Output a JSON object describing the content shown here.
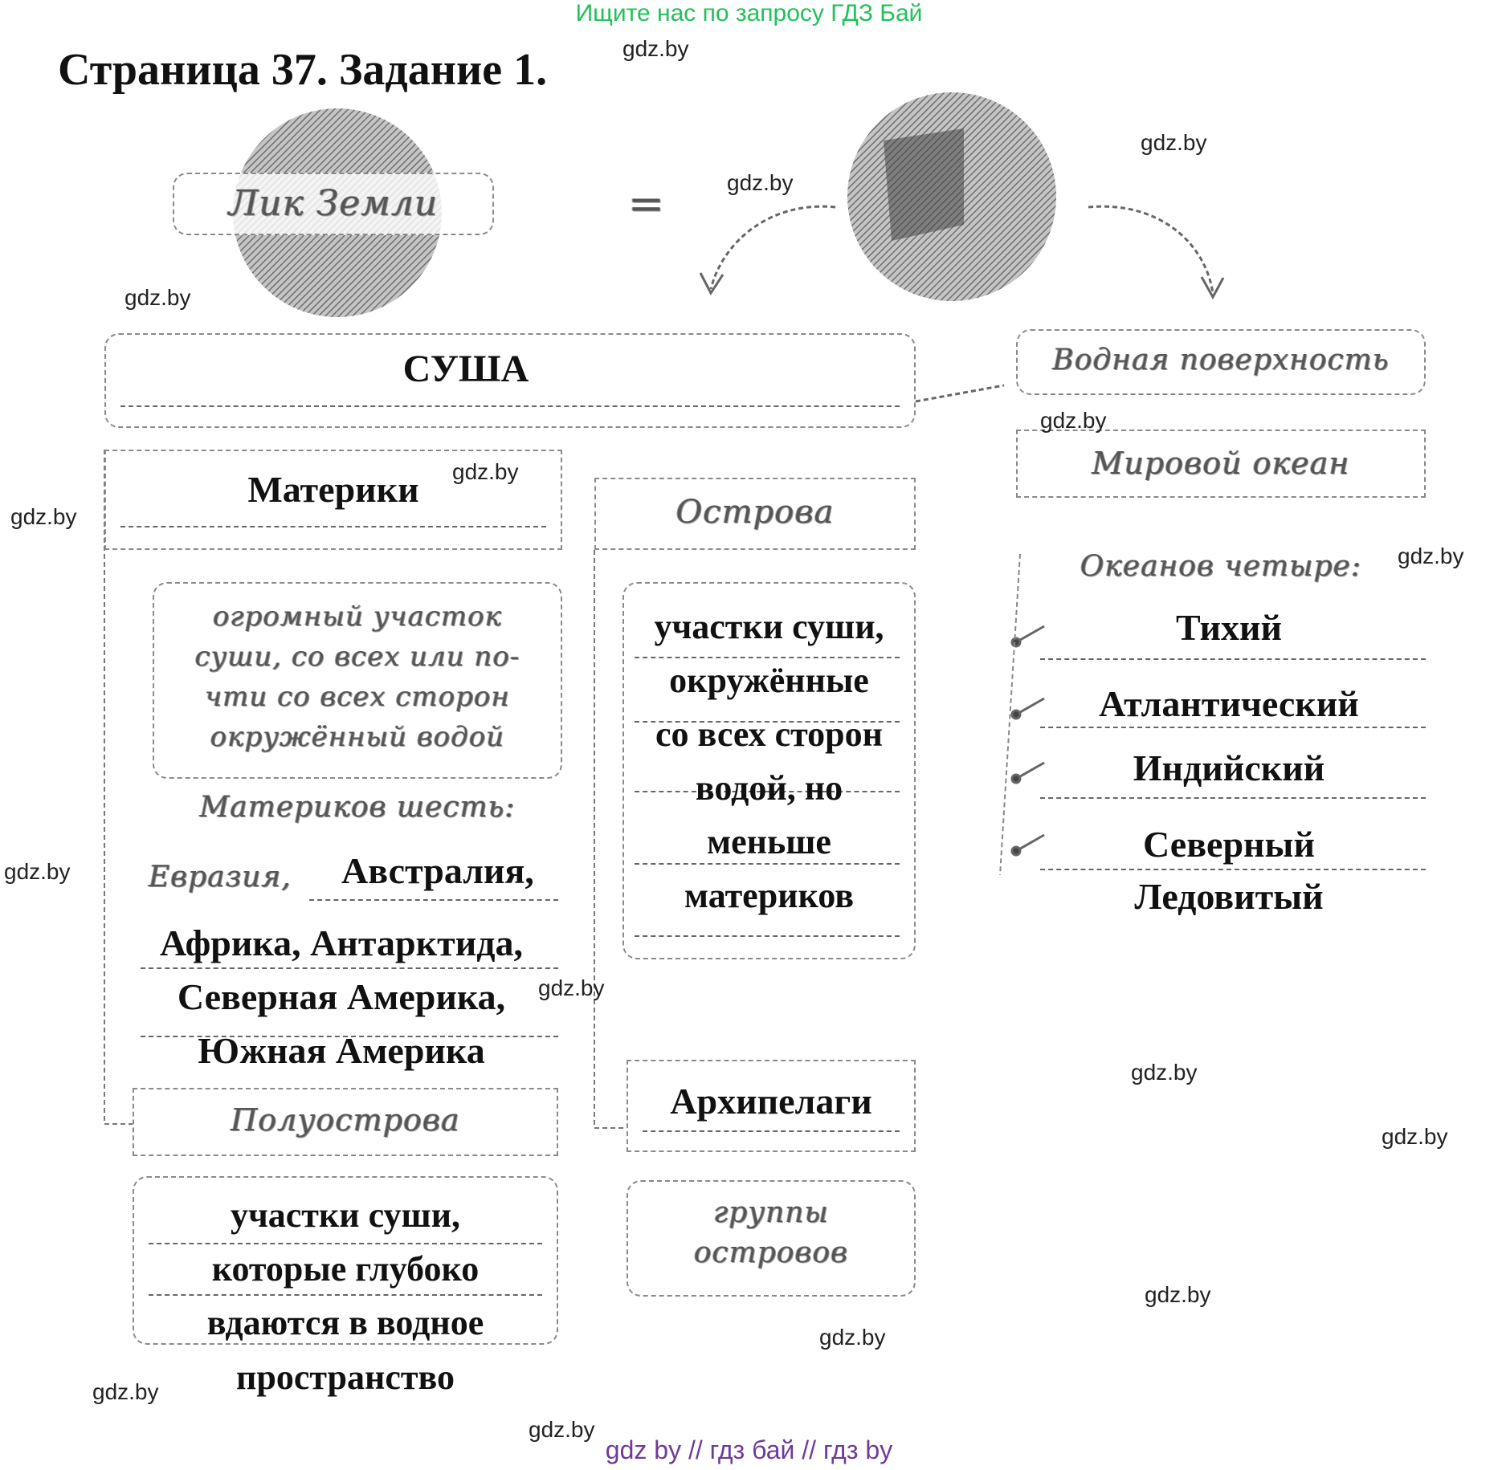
{
  "banner": "Ищите нас по запросу ГДЗ Бай",
  "title": "Страница 37. Задание 1.",
  "watermark": "gdz.by",
  "footer": "gdz by  //  гдз бай  //  гдз by",
  "earth_label": "Лик Земли",
  "equals": "=",
  "land": {
    "heading": "СУША",
    "continents": {
      "heading": "Материки",
      "definition": [
        "огромный участок",
        "суши, со всех или по-",
        "чти со всех сторон",
        "окружённый водой"
      ],
      "count_label": "Материков шесть:",
      "first_item": "Евразия,",
      "list_lines": [
        "Австралия,",
        "Африка, Антарктида,",
        "Северная Америка,",
        "Южная Америка"
      ]
    },
    "peninsulas": {
      "heading": "Полуострова",
      "definition_lines": [
        "участки суши,",
        "которые глубоко",
        "вдаются в водное",
        "пространство"
      ]
    },
    "islands": {
      "heading": "Острова",
      "definition_lines": [
        "участки суши,",
        "окружённые",
        "со всех сторон",
        "водой, но",
        "меньше",
        "материков"
      ]
    },
    "archipelagos": {
      "heading": "Архипелаги",
      "definition": [
        "группы",
        "островов"
      ]
    }
  },
  "water": {
    "heading": "Водная поверхность",
    "ocean": "Мировой океан",
    "count_label": "Океанов четыре:",
    "oceans": [
      "Тихий",
      "Атлантический",
      "Индийский",
      "Северный",
      "Ледовитый"
    ]
  }
}
